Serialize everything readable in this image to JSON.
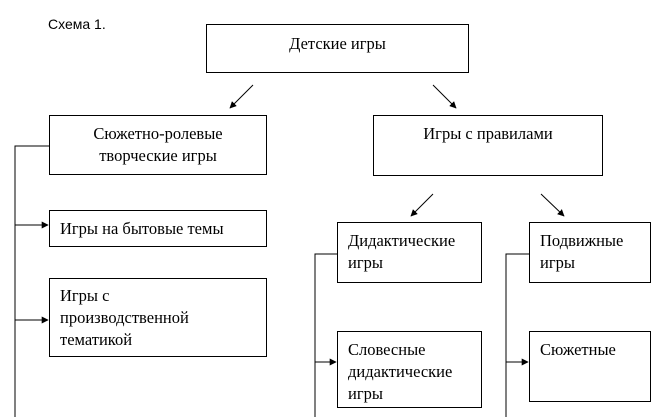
{
  "caption": "Схема 1.",
  "nodes": {
    "root": {
      "lines": [
        "Детские игры"
      ]
    },
    "role_play": {
      "lines": [
        "Сюжетно-ролевые",
        "творческие игры"
      ]
    },
    "rules_games": {
      "lines": [
        "Игры с правилами"
      ]
    },
    "everyday_themes": {
      "lines": [
        "Игры на бытовые темы"
      ]
    },
    "industrial_themes": {
      "lines": [
        "Игры с",
        "производственной",
        "тематикой"
      ]
    },
    "didactic": {
      "lines": [
        "Дидактические",
        "игры"
      ]
    },
    "outdoor": {
      "lines": [
        "Подвижные",
        "игры"
      ]
    },
    "verbal_didactic": {
      "lines": [
        "Словесные",
        "дидактические",
        "игры"
      ]
    },
    "plot_based": {
      "lines": [
        "Сюжетные"
      ]
    }
  }
}
